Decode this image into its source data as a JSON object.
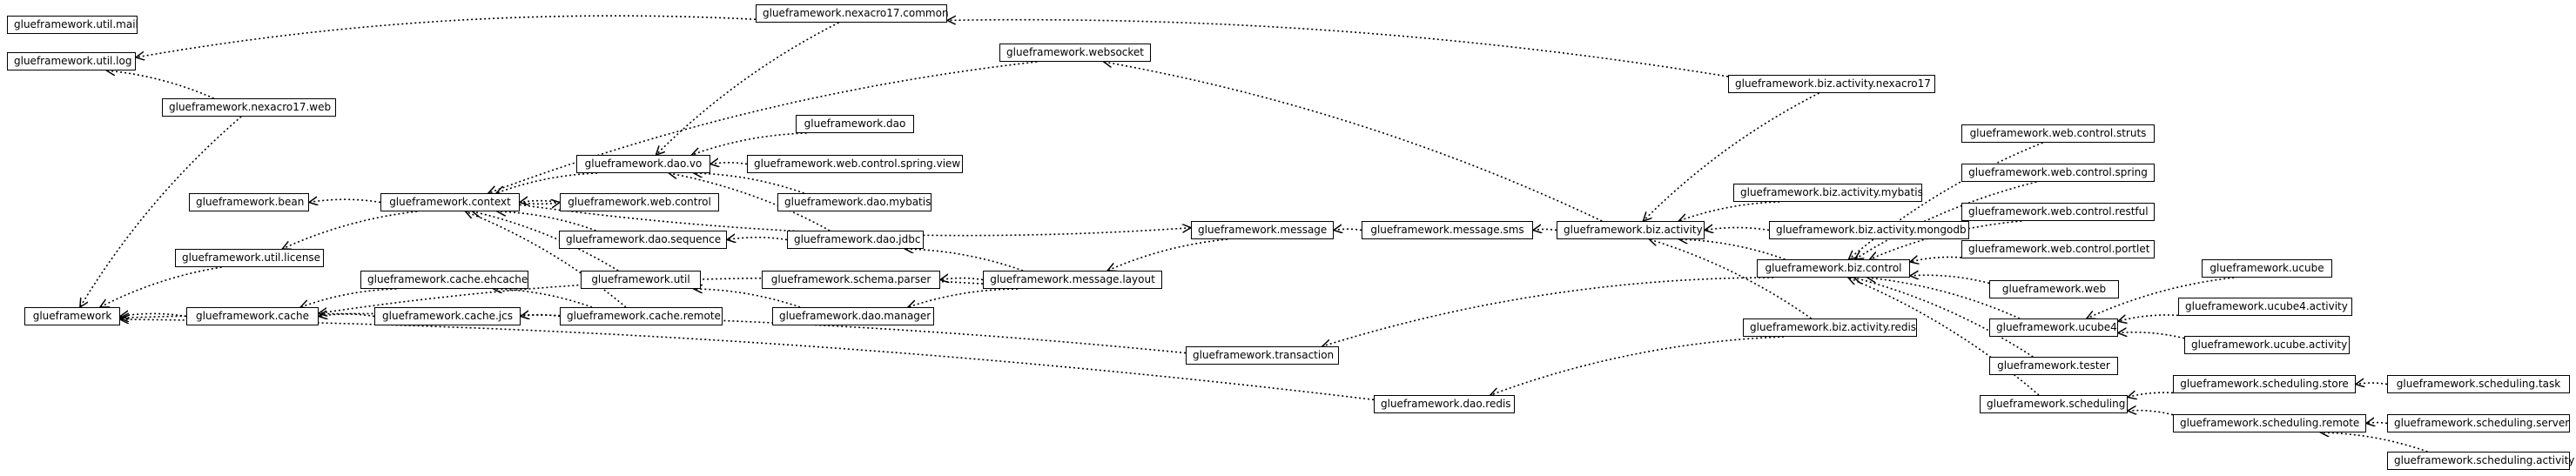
{
  "nodes": {
    "util_mail": "glueframework.util.mail",
    "util_log": "glueframework.util.log",
    "nexacro17_web": "glueframework.nexacro17.web",
    "bean": "glueframework.bean",
    "util_license": "glueframework.util.license",
    "glueframework": "glueframework",
    "cache": "glueframework.cache",
    "nexacro17_common": "glueframework.nexacro17.common",
    "websocket": "glueframework.websocket",
    "context": "glueframework.context",
    "dao_vo": "glueframework.dao.vo",
    "web_control": "glueframework.web.control",
    "dao_sequence": "glueframework.dao.sequence",
    "util": "glueframework.util",
    "cache_ehcache": "glueframework.cache.ehcache",
    "cache_jcs": "glueframework.cache.jcs",
    "cache_remote": "glueframework.cache.remote",
    "dao": "glueframework.dao",
    "web_control_spring_view": "glueframework.web.control.spring.view",
    "dao_mybatis": "glueframework.dao.mybatis",
    "dao_jdbc": "glueframework.dao.jdbc",
    "schema_parser": "glueframework.schema.parser",
    "dao_manager": "glueframework.dao.manager",
    "message": "glueframework.message",
    "message_layout": "glueframework.message.layout",
    "transaction": "glueframework.transaction",
    "dao_redis": "glueframework.dao.redis",
    "message_sms": "glueframework.message.sms",
    "biz_activity": "glueframework.biz.activity",
    "biz_activity_nexacro17": "glueframework.biz.activity.nexacro17",
    "biz_activity_mybatis": "glueframework.biz.activity.mybatis",
    "biz_activity_mongodb": "glueframework.biz.activity.mongodb",
    "biz_control": "glueframework.biz.control",
    "biz_activity_redis": "glueframework.biz.activity.redis",
    "web_control_struts": "glueframework.web.control.struts",
    "web_control_spring": "glueframework.web.control.spring",
    "web_control_restful": "glueframework.web.control.restful",
    "web_control_portlet": "glueframework.web.control.portlet",
    "web": "glueframework.web",
    "ucube4": "glueframework.ucube4",
    "tester": "glueframework.tester",
    "scheduling": "glueframework.scheduling",
    "ucube": "glueframework.ucube",
    "ucube4_activity": "glueframework.ucube4.activity",
    "ucube_activity": "glueframework.ucube.activity",
    "scheduling_store": "glueframework.scheduling.store",
    "scheduling_remote": "glueframework.scheduling.remote",
    "scheduling_task": "glueframework.scheduling.task",
    "scheduling_server": "glueframework.scheduling.server",
    "scheduling_activity": "glueframework.scheduling.activity"
  },
  "edges": [
    [
      "nexacro17_common",
      "util_log"
    ],
    [
      "nexacro17_common",
      "dao_vo"
    ],
    [
      "nexacro17_web",
      "util_log"
    ],
    [
      "nexacro17_web",
      "glueframework"
    ],
    [
      "websocket",
      "context"
    ],
    [
      "context",
      "bean"
    ],
    [
      "context",
      "util_license"
    ],
    [
      "context",
      "message"
    ],
    [
      "dao_vo",
      "context"
    ],
    [
      "web_control",
      "context"
    ],
    [
      "context",
      "web_control"
    ],
    [
      "util",
      "context"
    ],
    [
      "cache_remote",
      "context"
    ],
    [
      "dao_sequence",
      "context"
    ],
    [
      "util_license",
      "glueframework"
    ],
    [
      "cache",
      "glueframework"
    ],
    [
      "cache_ehcache",
      "cache"
    ],
    [
      "cache_jcs",
      "cache"
    ],
    [
      "cache_remote",
      "cache_ehcache"
    ],
    [
      "cache_remote",
      "cache_jcs"
    ],
    [
      "dao",
      "dao_vo"
    ],
    [
      "web_control_spring_view",
      "dao_vo"
    ],
    [
      "dao_mybatis",
      "dao_vo"
    ],
    [
      "dao_jdbc",
      "dao_vo"
    ],
    [
      "dao_jdbc",
      "dao_sequence"
    ],
    [
      "dao_manager",
      "util"
    ],
    [
      "message_layout",
      "cache"
    ],
    [
      "message_layout",
      "dao_jdbc"
    ],
    [
      "message_layout",
      "schema_parser"
    ],
    [
      "message_layout",
      "dao_manager"
    ],
    [
      "message",
      "message_layout"
    ],
    [
      "message_sms",
      "message"
    ],
    [
      "biz_activity",
      "message_sms"
    ],
    [
      "biz_activity",
      "websocket"
    ],
    [
      "transaction",
      "glueframework"
    ],
    [
      "dao_redis",
      "glueframework"
    ],
    [
      "biz_activity_redis",
      "dao_redis"
    ],
    [
      "biz_activity_redis",
      "biz_activity"
    ],
    [
      "biz_activity_nexacro17",
      "nexacro17_common"
    ],
    [
      "biz_activity_nexacro17",
      "biz_activity"
    ],
    [
      "biz_activity_mybatis",
      "biz_activity"
    ],
    [
      "biz_activity_mongodb",
      "biz_activity"
    ],
    [
      "biz_control",
      "biz_activity"
    ],
    [
      "biz_control",
      "transaction"
    ],
    [
      "web_control_struts",
      "biz_control"
    ],
    [
      "web_control_spring",
      "biz_control"
    ],
    [
      "web_control_restful",
      "biz_control"
    ],
    [
      "web_control_portlet",
      "biz_control"
    ],
    [
      "web",
      "biz_control"
    ],
    [
      "ucube4",
      "biz_control"
    ],
    [
      "tester",
      "biz_control"
    ],
    [
      "scheduling",
      "biz_control"
    ],
    [
      "ucube",
      "ucube4"
    ],
    [
      "ucube4_activity",
      "ucube4"
    ],
    [
      "ucube_activity",
      "ucube4"
    ],
    [
      "scheduling_store",
      "scheduling"
    ],
    [
      "scheduling_remote",
      "scheduling"
    ],
    [
      "scheduling_task",
      "scheduling_store"
    ],
    [
      "scheduling_server",
      "scheduling_remote"
    ],
    [
      "scheduling_activity",
      "scheduling_remote"
    ]
  ]
}
